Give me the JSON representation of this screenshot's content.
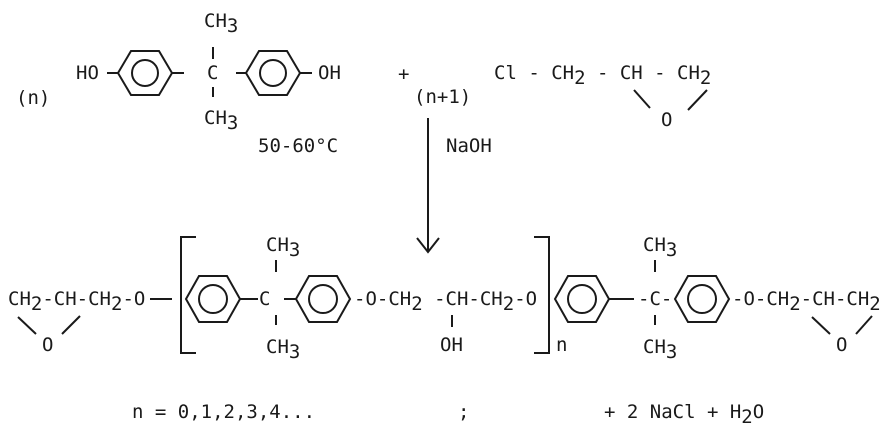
{
  "reactants": {
    "bpa_coefficient": "(n)",
    "ho_left": "HO",
    "oh_right": "OH",
    "carbon": "C",
    "ch3_top": "CH3",
    "ch3_bottom": "CH3",
    "plus": "+",
    "ech_coefficient": "(n+1)",
    "ech_chain": "Cl - CH2 - CH - CH2",
    "ech_oxygen": "O"
  },
  "conditions": {
    "temperature": "50-60°C",
    "catalyst": "NaOH"
  },
  "product": {
    "left_end": "CH2-CH-CH2-O",
    "left_epoxide_o": "O",
    "c1": "C",
    "c1_ch3_top": "CH3",
    "c1_ch3_bottom": "CH3",
    "bridge": "O-CH2-CH-CH2-O",
    "hydroxyl": "OH",
    "repeat_index": "n",
    "c2": "C",
    "c2_ch3_top": "CH3",
    "c2_ch3_bottom": "CH3",
    "right_end": "O-CH2-CH-CH2",
    "right_epoxide_o": "O"
  },
  "footer": {
    "n_values": "n = 0,1,2,3,4...",
    "separator": ";",
    "byproducts": "+ 2 NaCl + H2O"
  }
}
